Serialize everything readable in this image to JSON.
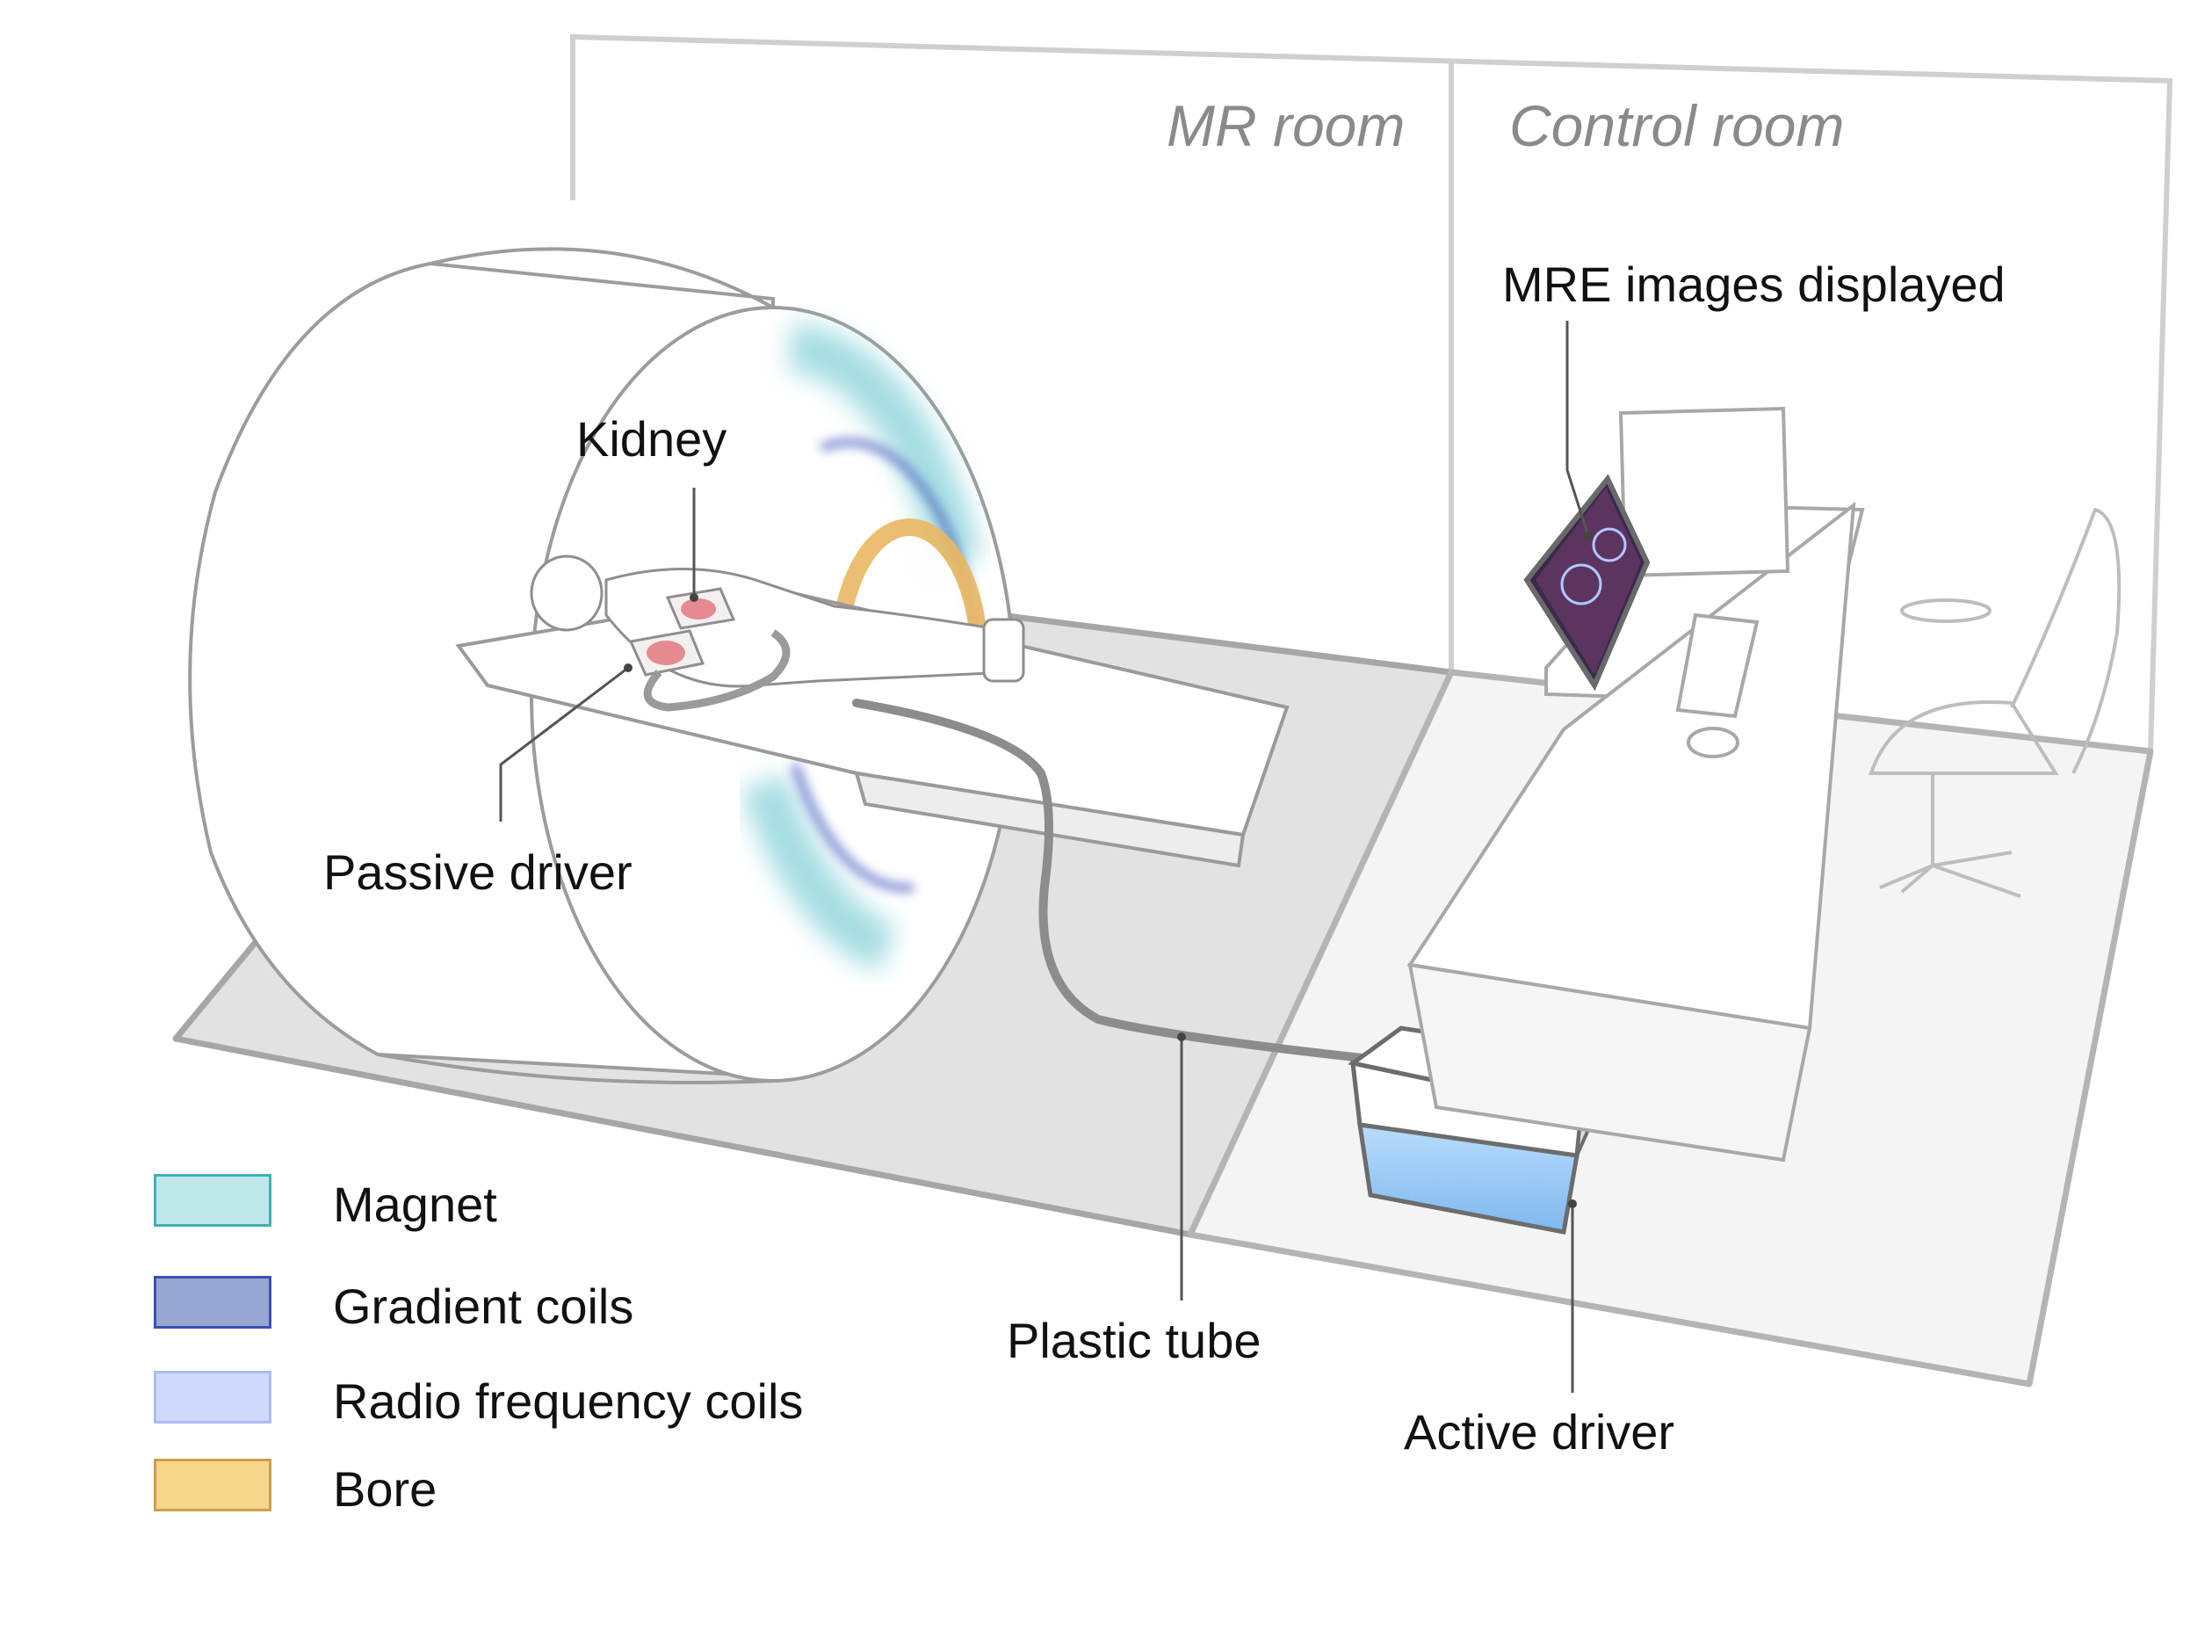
{
  "rooms": {
    "mr_room": "MR room",
    "control_room": "Control room"
  },
  "labels": {
    "kidney": "Kidney",
    "passive_driver": "Passive driver",
    "plastic_tube": "Plastic tube",
    "active_driver": "Active driver",
    "mre_images": "MRE images displayed"
  },
  "legend": [
    {
      "label": "Magnet",
      "fill": "#bfe6e8",
      "stroke": "#3fb0b8"
    },
    {
      "label": "Gradient coils",
      "fill": "#98a6d4",
      "stroke": "#3b4fb0"
    },
    {
      "label": "Radio frequency coils",
      "fill": "#cfd9fb",
      "stroke": "#a9bcf2"
    },
    {
      "label": "Bore",
      "fill": "#f6d68c",
      "stroke": "#c8a048"
    }
  ],
  "colors": {
    "magnet": "#7ecfd6",
    "gradient": "#4a5cc0",
    "bore": "#e9b862",
    "floor_mr": "#e2e2e2",
    "floor_control": "#f4f4f4",
    "tube": "#8c8c8c",
    "driver_box": "#8ec4f2"
  }
}
